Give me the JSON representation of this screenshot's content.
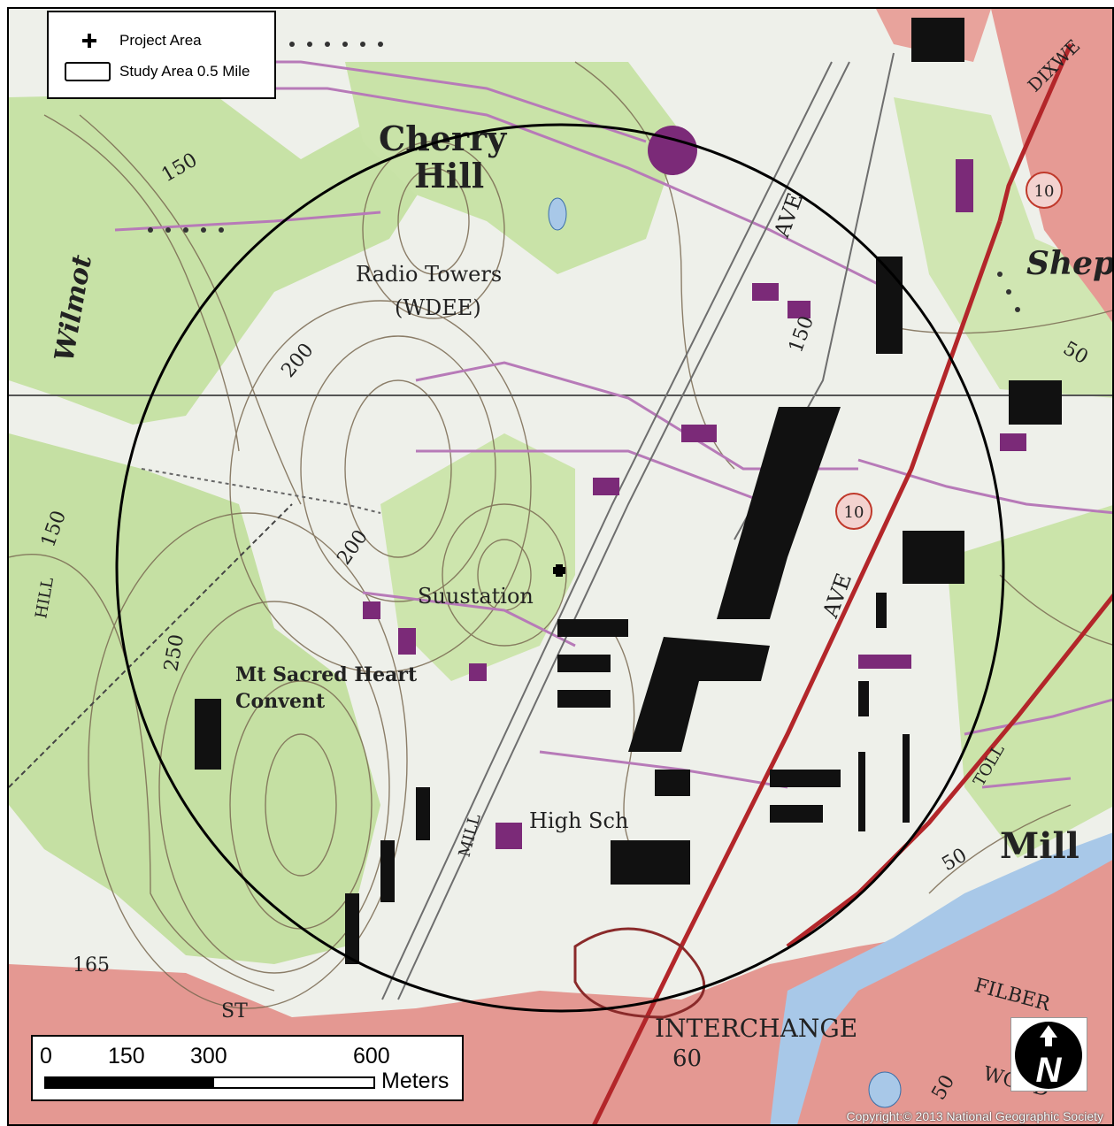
{
  "legend": {
    "project_area": "Project Area",
    "study_area": "Study Area 0.5 Mile"
  },
  "scale_bar": {
    "ticks": [
      "0",
      "150",
      "300",
      "600"
    ],
    "unit": "Meters"
  },
  "north_arrow": {
    "letter": "N"
  },
  "copyright": "Copyright:© 2013 National Geographic Society",
  "map_labels": {
    "cherry": "Cherry",
    "hill": "Hill",
    "radio_towers": "Radio Towers",
    "wdee": "(WDEE)",
    "substation": "Suustation",
    "convent_1": "Mt Sacred Heart",
    "convent_2": "Convent",
    "high_sch": "High Sch",
    "wilmot": "Wilmot",
    "ave_1": "AVE",
    "ave_2": "AVE",
    "shep": "Shep",
    "mill": "Mill",
    "interchange": "INTERCHANGE",
    "interchange_no": "60",
    "filber": "FILBER",
    "wood": "WOOD",
    "st": "ST",
    "dixwell": "DIXWE",
    "toll": "TOLL",
    "route_10a": "10",
    "route_10b": "10",
    "c150a": "150",
    "c150b": "150",
    "c200a": "200",
    "c200b": "200",
    "c250": "250",
    "c165": "165",
    "c50a": "50",
    "c50b": "50",
    "c50c": "50",
    "c150c": "150",
    "hill_road": "HILL",
    "mill_road": "MILL"
  },
  "colors": {
    "urban_red": "#e69a94",
    "forest_green": "#c9e3a8",
    "paper_white": "#f0f1ec",
    "contour_brown": "#7a6a52",
    "building_purple": "#7b2a78",
    "road_red": "#b3262a",
    "water_blue": "#a8c8e8"
  }
}
